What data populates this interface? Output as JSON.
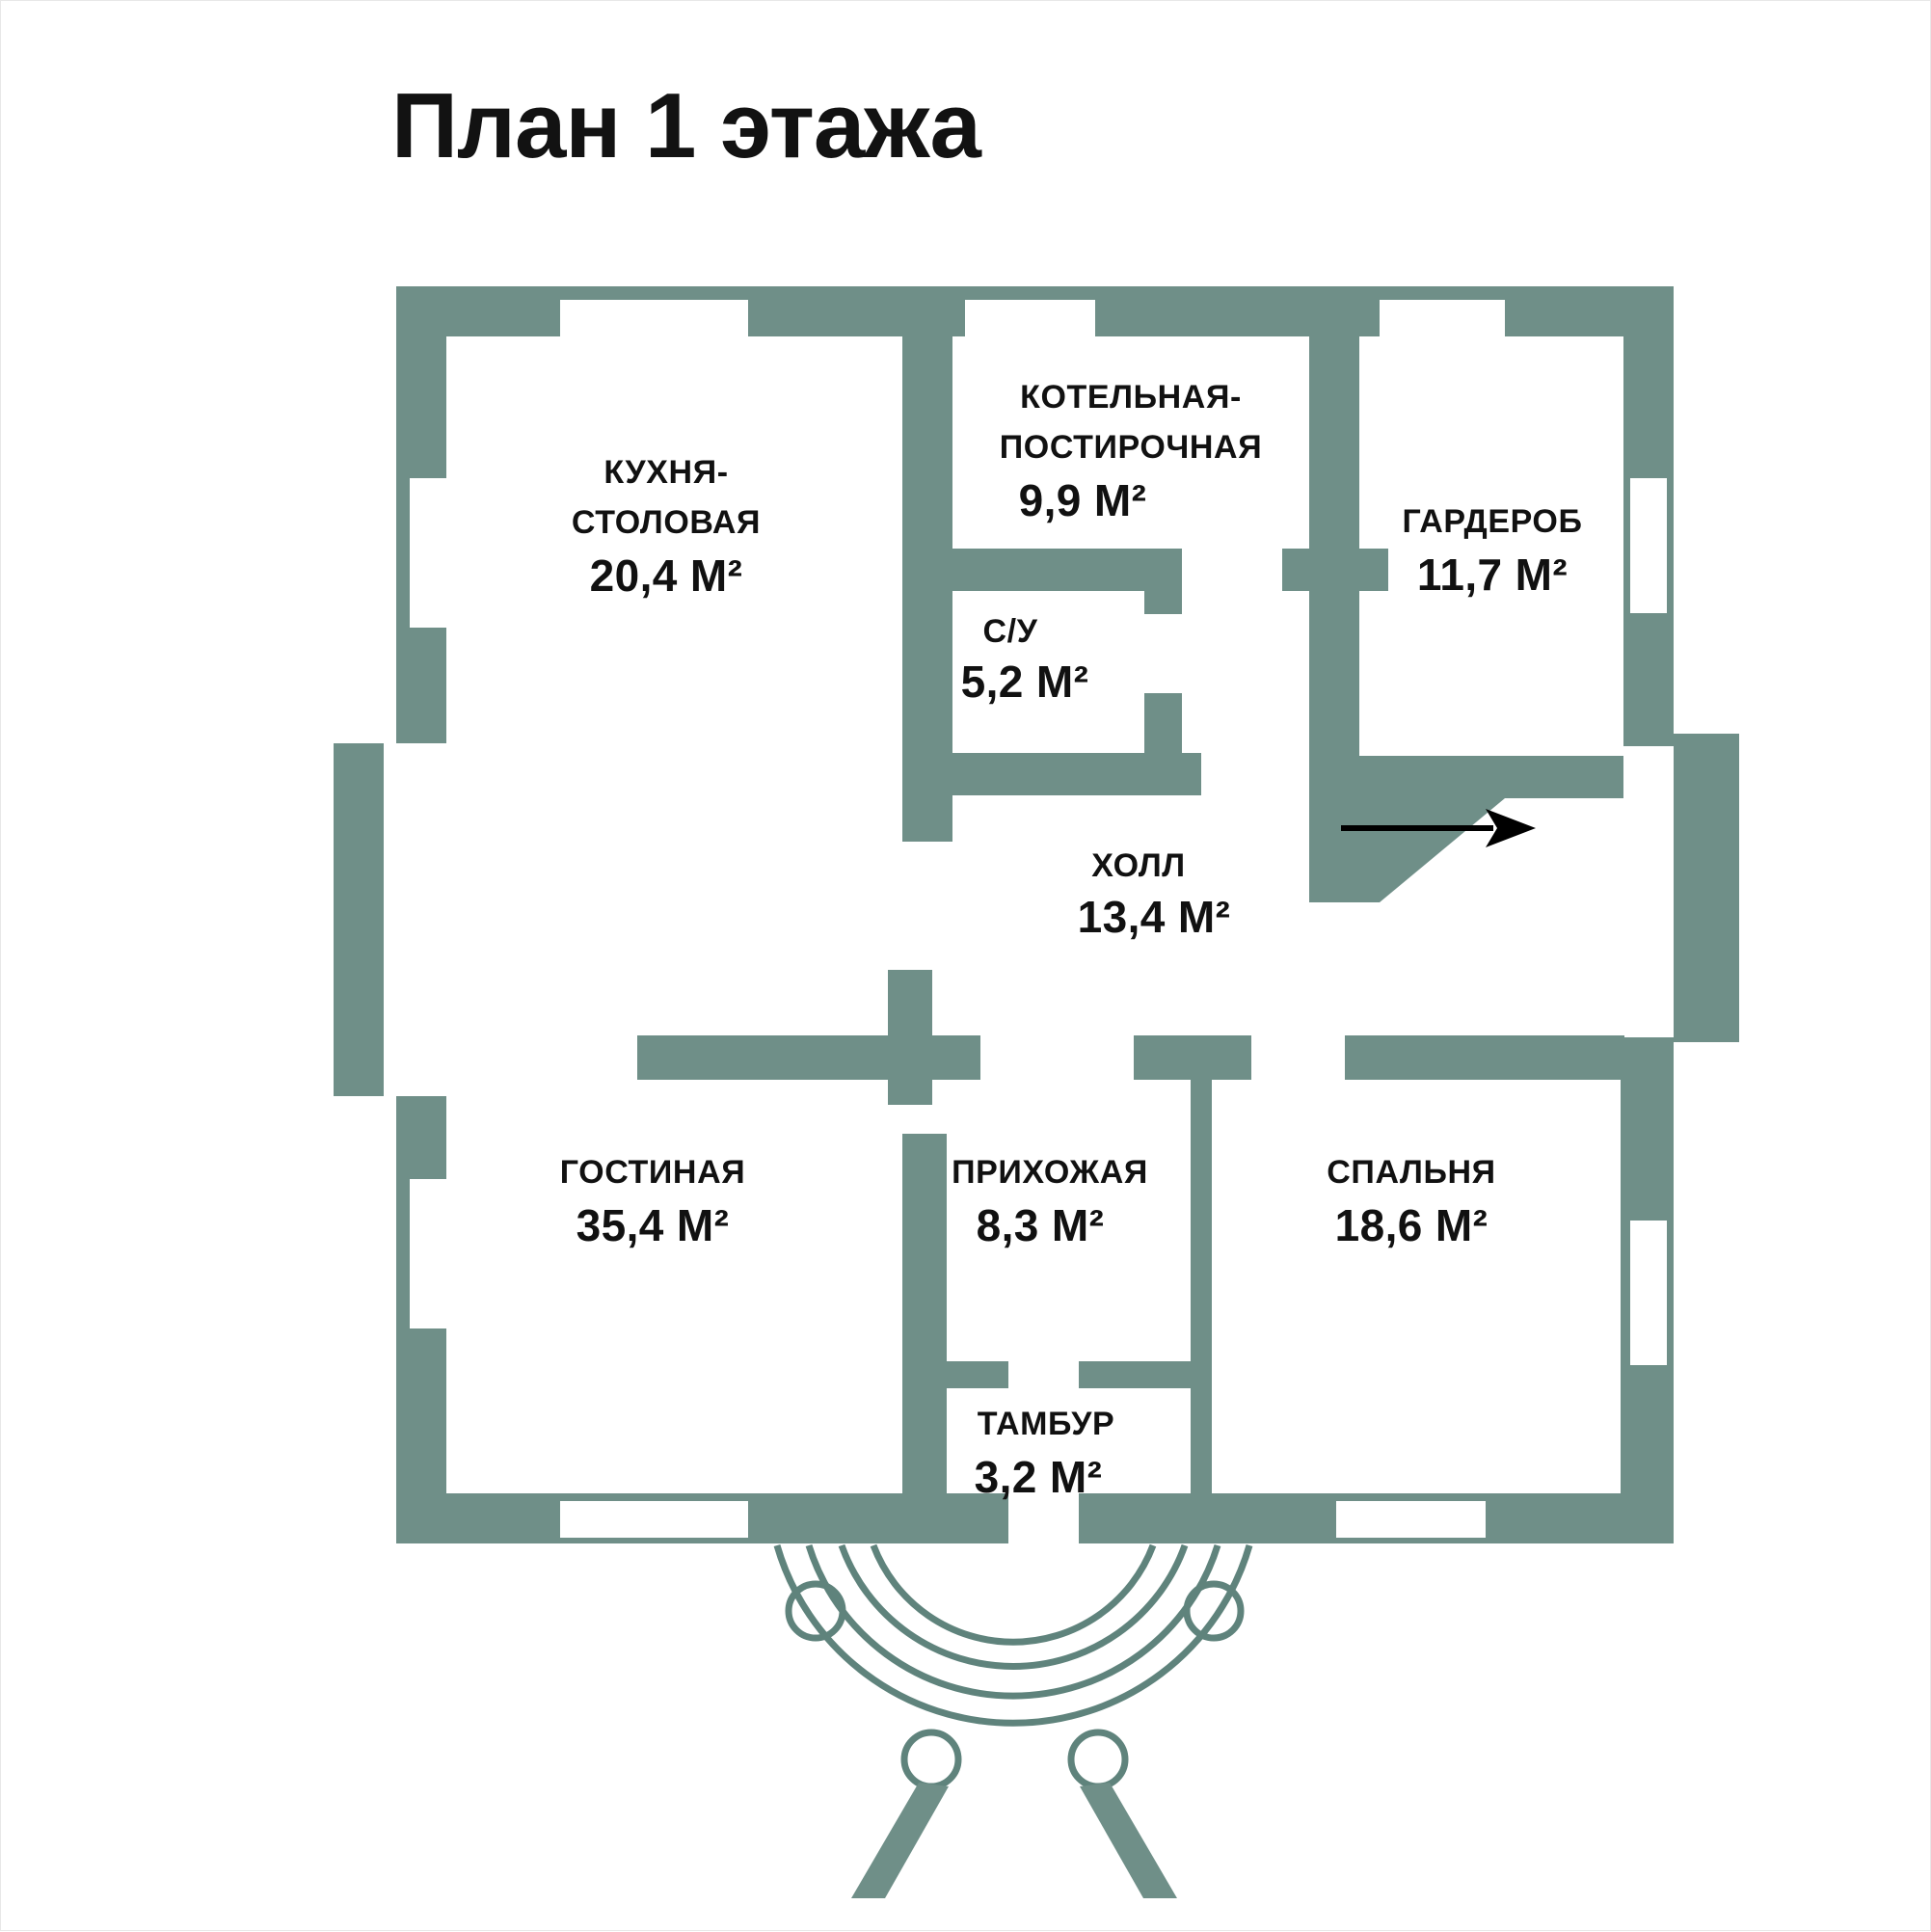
{
  "page": {
    "title": "План 1 этажа",
    "background_color": "#ffffff"
  },
  "style": {
    "wall_color": "#6f8f88",
    "window_color": "#ffffff",
    "text_color": "#111111",
    "arrow_color": "#000000",
    "porch_stroke_color": "#5f837c"
  },
  "rooms": [
    {
      "id": "kitchen-dining",
      "name": "КУХНЯ-",
      "name2": "СТОЛОВАЯ",
      "area": "20,4",
      "unit": "М",
      "sup": "2",
      "area_label": "20,4 М²"
    },
    {
      "id": "boiler-laundry",
      "name": "КОТЕЛЬНАЯ-",
      "name2": "ПОСТИРОЧНАЯ",
      "area": "9,9",
      "unit": "М",
      "sup": "2",
      "area_label": "9,9 М²"
    },
    {
      "id": "wardrobe",
      "name": "ГАРДЕРОБ",
      "name2": "",
      "area": "11,7",
      "unit": "М",
      "sup": "2",
      "area_label": "11,7 М²"
    },
    {
      "id": "bathroom",
      "name": "С/У",
      "name2": "",
      "area": "5,2",
      "unit": "М",
      "sup": "2",
      "area_label": "5,2 М²"
    },
    {
      "id": "hall",
      "name": "ХОЛЛ",
      "name2": "",
      "area": "13,4",
      "unit": "М",
      "sup": "2",
      "area_label": "13,4 М²"
    },
    {
      "id": "living-room",
      "name": "ГОСТИНАЯ",
      "name2": "",
      "area": "35,4",
      "unit": "М",
      "sup": "2",
      "area_label": "35,4 М²"
    },
    {
      "id": "entrance-hall",
      "name": "ПРИХОЖАЯ",
      "name2": "",
      "area": "8,3",
      "unit": "М",
      "sup": "2",
      "area_label": "8,3 М²"
    },
    {
      "id": "bedroom",
      "name": "СПАЛЬНЯ",
      "name2": "",
      "area": "18,6",
      "unit": "М",
      "sup": "2",
      "area_label": "18,6 М²"
    },
    {
      "id": "vestibule",
      "name": "ТАМБУР",
      "name2": "",
      "area": "3,2",
      "unit": "М",
      "sup": "2",
      "area_label": "3,2 М²"
    }
  ],
  "annotations": {
    "stair_direction_arrow": "→"
  }
}
